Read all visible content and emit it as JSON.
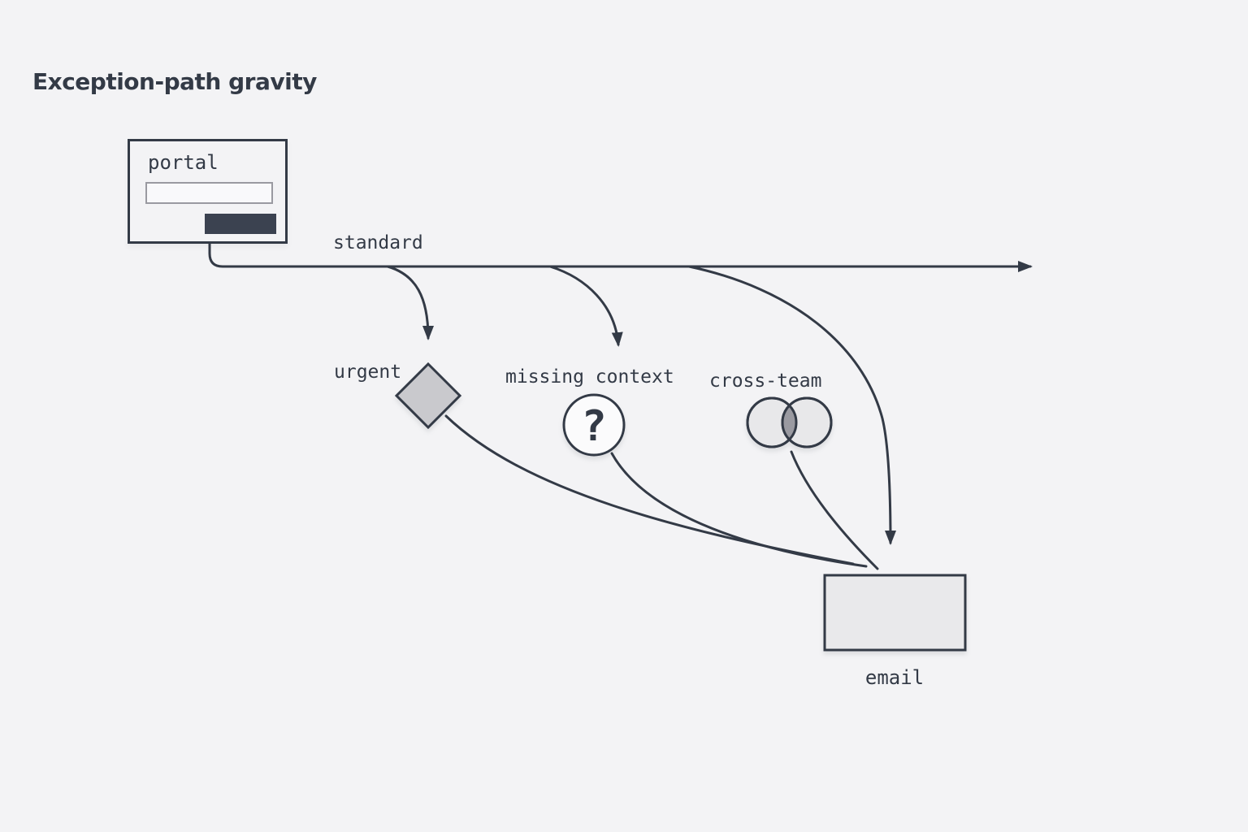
{
  "title": "Exception-path gravity",
  "colors": {
    "background": "#f3f3f5",
    "ink": "#333a46",
    "diamond_fill": "#c9c9cd",
    "node_fill": "#fbfbfc",
    "venn_fill": "#e8e8ea",
    "venn_overlap": "#9a9aa1",
    "envelope_side": "#e9e9eb",
    "envelope_bottom": "#cdcdd1",
    "envelope_flap": "#fbfbfc",
    "button_fill": "#3b4250",
    "input_border": "#9a9aa1",
    "input_fill": "#f9f9fb"
  },
  "portal": {
    "label": "portal",
    "input_value": ""
  },
  "paths": {
    "standard_label": "standard"
  },
  "nodes": {
    "urgent": {
      "label": "urgent"
    },
    "missing_context": {
      "label": "missing context",
      "glyph": "?"
    },
    "cross_team": {
      "label": "cross-team"
    },
    "email": {
      "label": "email"
    }
  }
}
